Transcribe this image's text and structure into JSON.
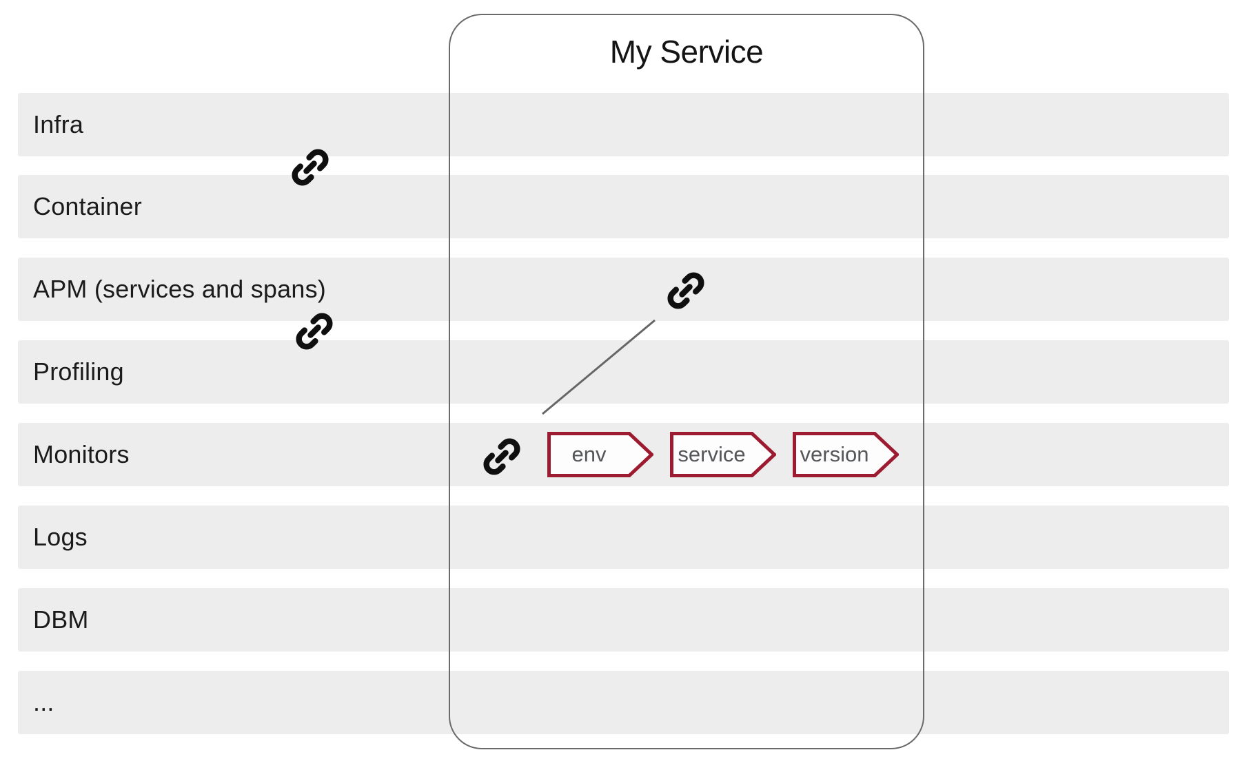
{
  "diagram": {
    "service_box": {
      "title": "My Service"
    },
    "rows": [
      {
        "label": "Infra"
      },
      {
        "label": "Container"
      },
      {
        "label": "APM (services and spans)"
      },
      {
        "label": "Profiling"
      },
      {
        "label": "Monitors"
      },
      {
        "label": "Logs"
      },
      {
        "label": "DBM"
      },
      {
        "label": "..."
      }
    ],
    "tags": [
      {
        "label": "env"
      },
      {
        "label": "service"
      },
      {
        "label": "version"
      }
    ],
    "icons": {
      "link": "link-icon",
      "link_count": 4
    },
    "colors": {
      "row_background": "#EDEDED",
      "row_label_text": "#1B1B1B",
      "service_box_border": "#6A6A6A",
      "service_title_text": "#141414",
      "tag_border": "#9D1B31",
      "tag_fill": "#FDFDFE",
      "tag_text": "#55565A",
      "connector_line": "#666666",
      "icon": "#0F0F0F",
      "page_background": "#FFFFFF"
    }
  }
}
